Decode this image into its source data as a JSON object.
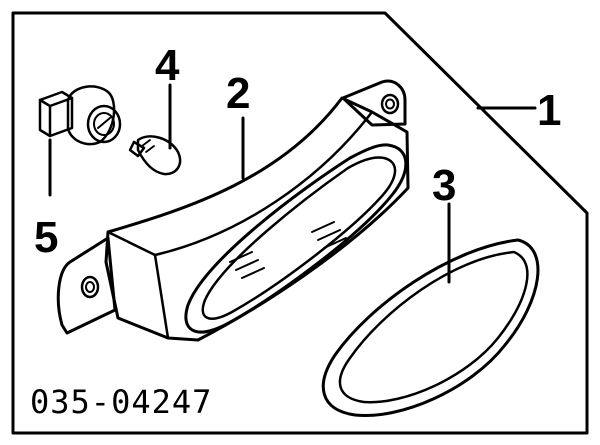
{
  "callouts": {
    "c1": "1",
    "c2": "2",
    "c3": "3",
    "c4": "4",
    "c5": "5"
  },
  "part_number": "035-04247",
  "parts": [
    {
      "callout": "1",
      "name": "lamp-assembly"
    },
    {
      "callout": "2",
      "name": "lamp-housing"
    },
    {
      "callout": "3",
      "name": "gasket"
    },
    {
      "callout": "4",
      "name": "bulb"
    },
    {
      "callout": "5",
      "name": "socket"
    }
  ]
}
